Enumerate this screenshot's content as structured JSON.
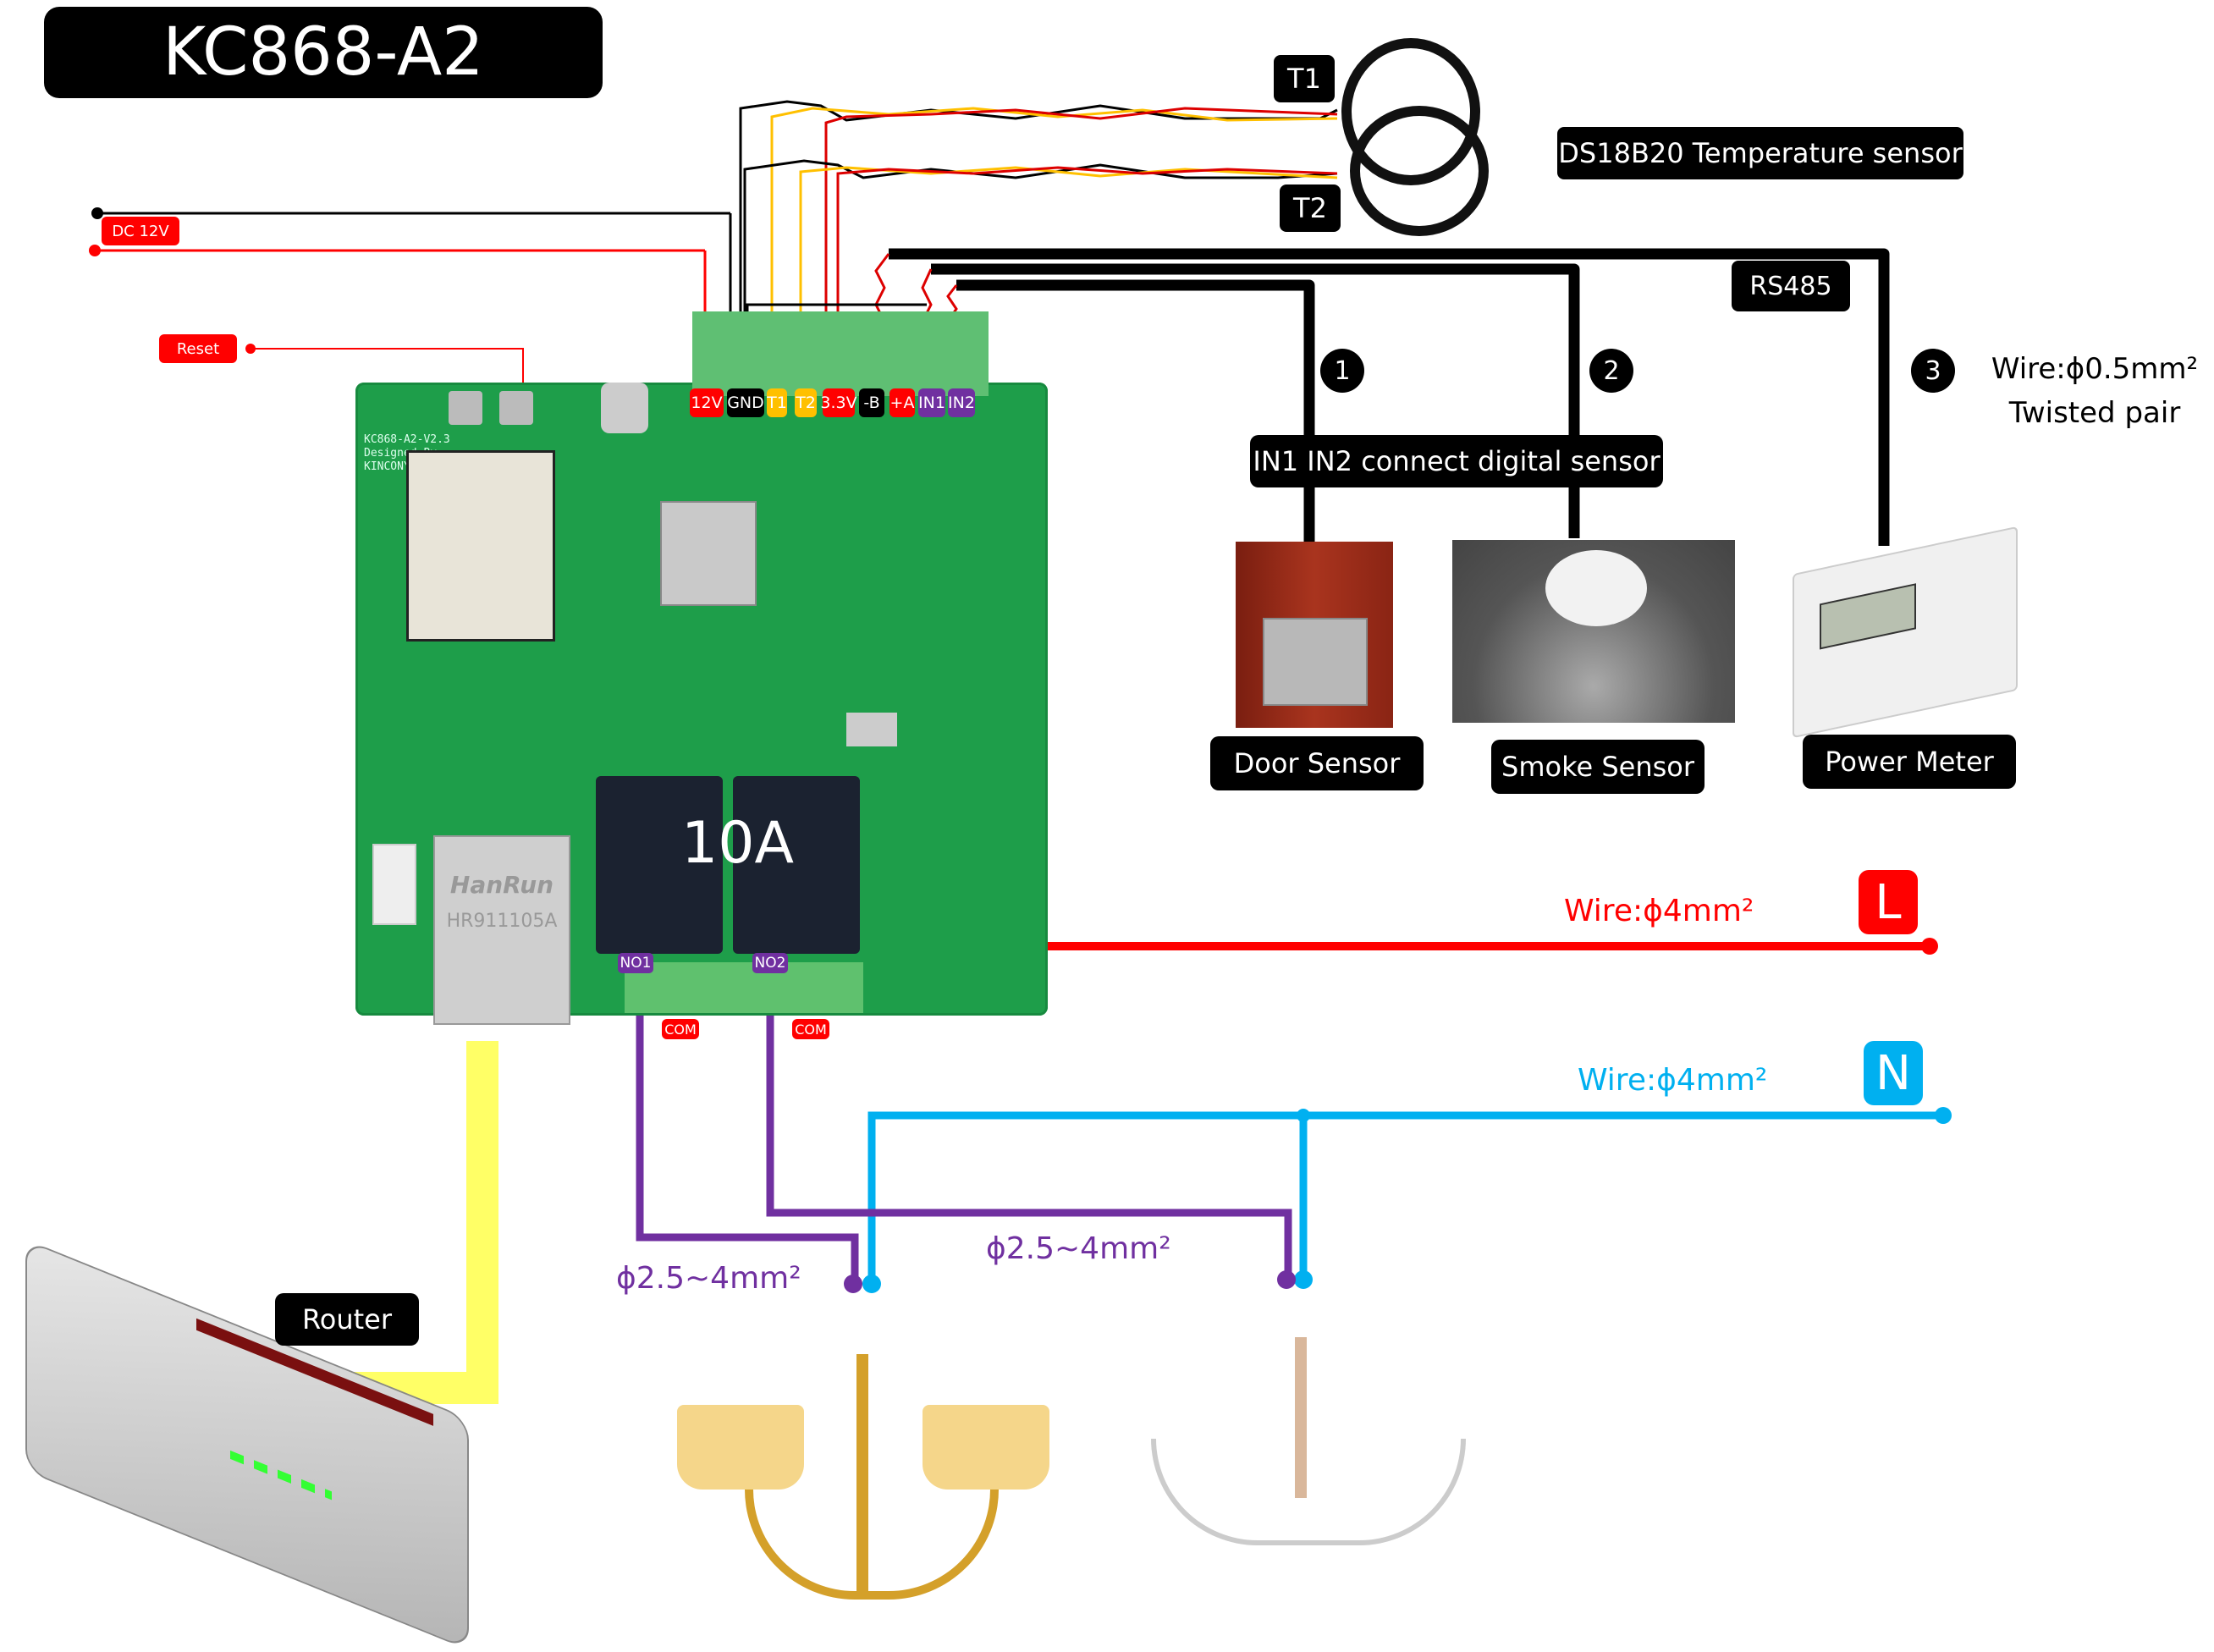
{
  "title": "KC868-A2",
  "power": {
    "dc_label": "DC 12V",
    "reset_label": "Reset"
  },
  "terminals": [
    {
      "label": "12V",
      "color": "#ff0000"
    },
    {
      "label": "GND",
      "color": "#000000"
    },
    {
      "label": "T1",
      "color": "#ffc000"
    },
    {
      "label": "T2",
      "color": "#ffc000"
    },
    {
      "label": "3.3V",
      "color": "#ff0000"
    },
    {
      "label": "-B",
      "color": "#000000"
    },
    {
      "label": "+A",
      "color": "#ff0000"
    },
    {
      "label": "IN1",
      "color": "#7030a0"
    },
    {
      "label": "IN2",
      "color": "#7030a0"
    }
  ],
  "temperature": {
    "t1": "T1",
    "t2": "T2",
    "sensor_label": "DS18B20 Temperature sensor"
  },
  "inputs": {
    "connect_label": "IN1 IN2 connect digital sensor",
    "badge1": "1",
    "badge2": "2",
    "door_label": "Door Sensor",
    "smoke_label": "Smoke Sensor"
  },
  "rs485": {
    "label": "RS485",
    "badge3": "3",
    "wire_spec_line1": "Wire:ϕ0.5mm²",
    "wire_spec_line2": "Twisted pair",
    "meter_label": "Power Meter"
  },
  "board": {
    "relay_rating": "10A",
    "board_marking": "KC868-A2-V2.3",
    "designed_by": "Designed By",
    "brand": "KINCONY",
    "rj45_brand": "HanRun",
    "rj45_model": "HR911105A",
    "no1": "NO1",
    "no2": "NO2",
    "com": "COM"
  },
  "mains": {
    "live_wire": "Wire:ϕ4mm²",
    "live_badge": "L",
    "neutral_wire": "Wire:ϕ4mm²",
    "neutral_badge": "N",
    "load_wire_1": "ϕ2.5~4mm²",
    "load_wire_2": "ϕ2.5~4mm²",
    "live_color": "#ff0000",
    "neutral_color": "#00b0f0",
    "load_color": "#7030a0"
  },
  "network": {
    "router_label": "Router",
    "cable_color": "#ffff66"
  }
}
